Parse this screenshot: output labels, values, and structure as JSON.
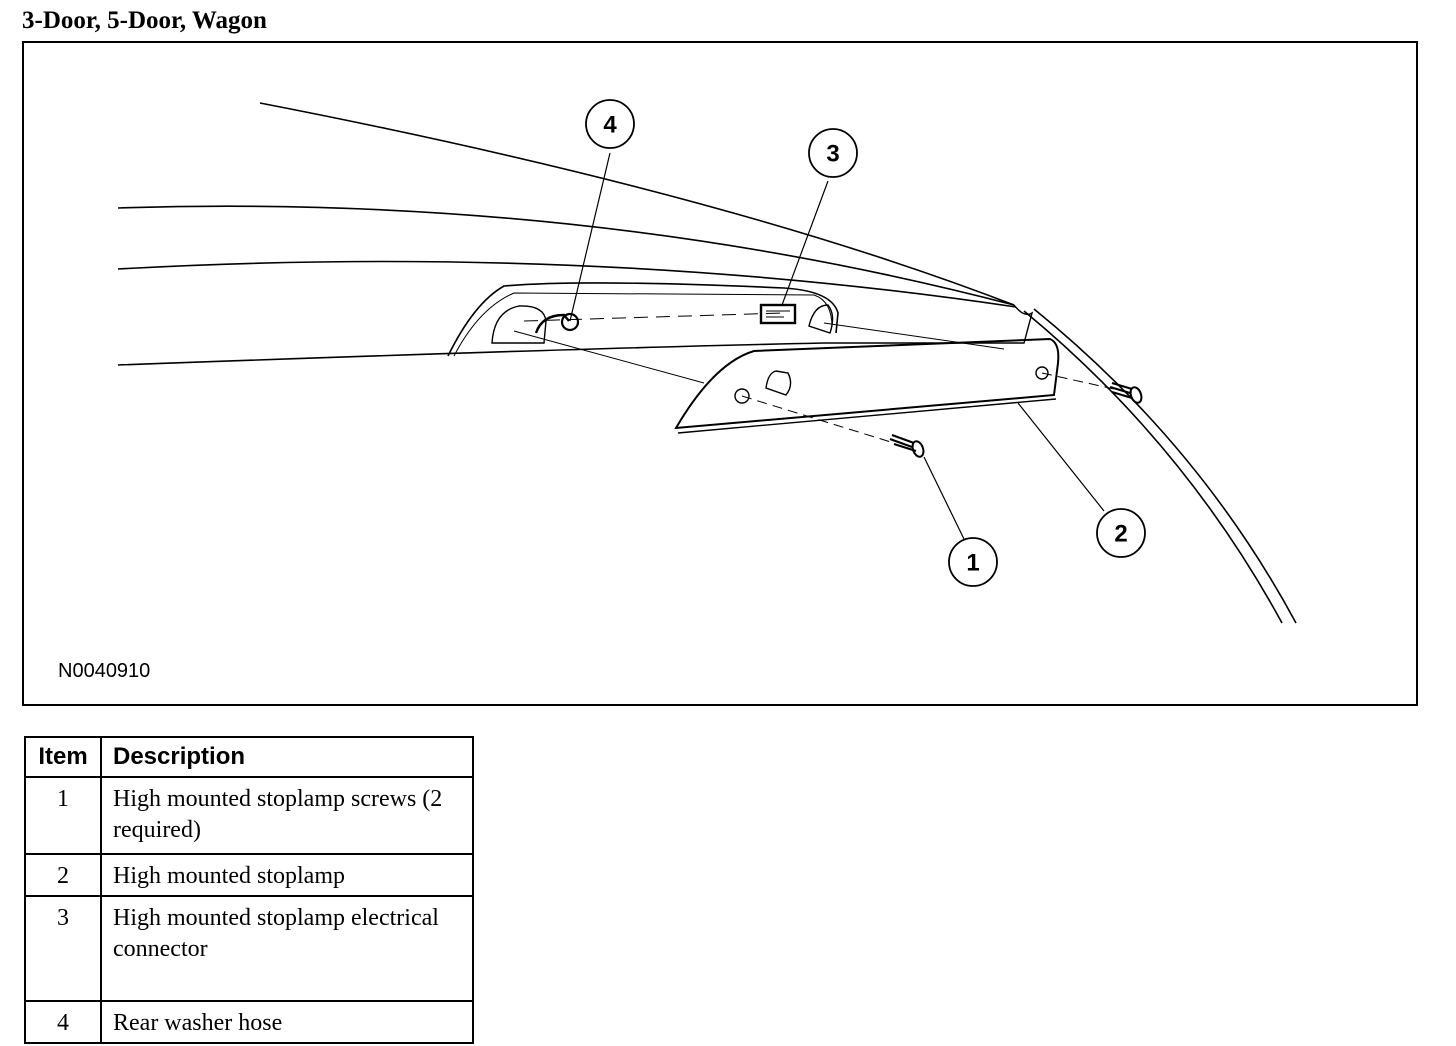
{
  "heading": "3-Door, 5-Door, Wagon",
  "figure": {
    "figure_id": "N0040910",
    "callouts": [
      "1",
      "2",
      "3",
      "4"
    ]
  },
  "legend": {
    "header_item": "Item",
    "header_description": "Description",
    "rows": [
      {
        "item": "1",
        "description": "High mounted stoplamp screws (2 required)"
      },
      {
        "item": "2",
        "description": "High mounted stoplamp"
      },
      {
        "item": "3",
        "description": "High mounted stoplamp electrical connector"
      },
      {
        "item": "4",
        "description": "Rear washer hose"
      }
    ]
  }
}
